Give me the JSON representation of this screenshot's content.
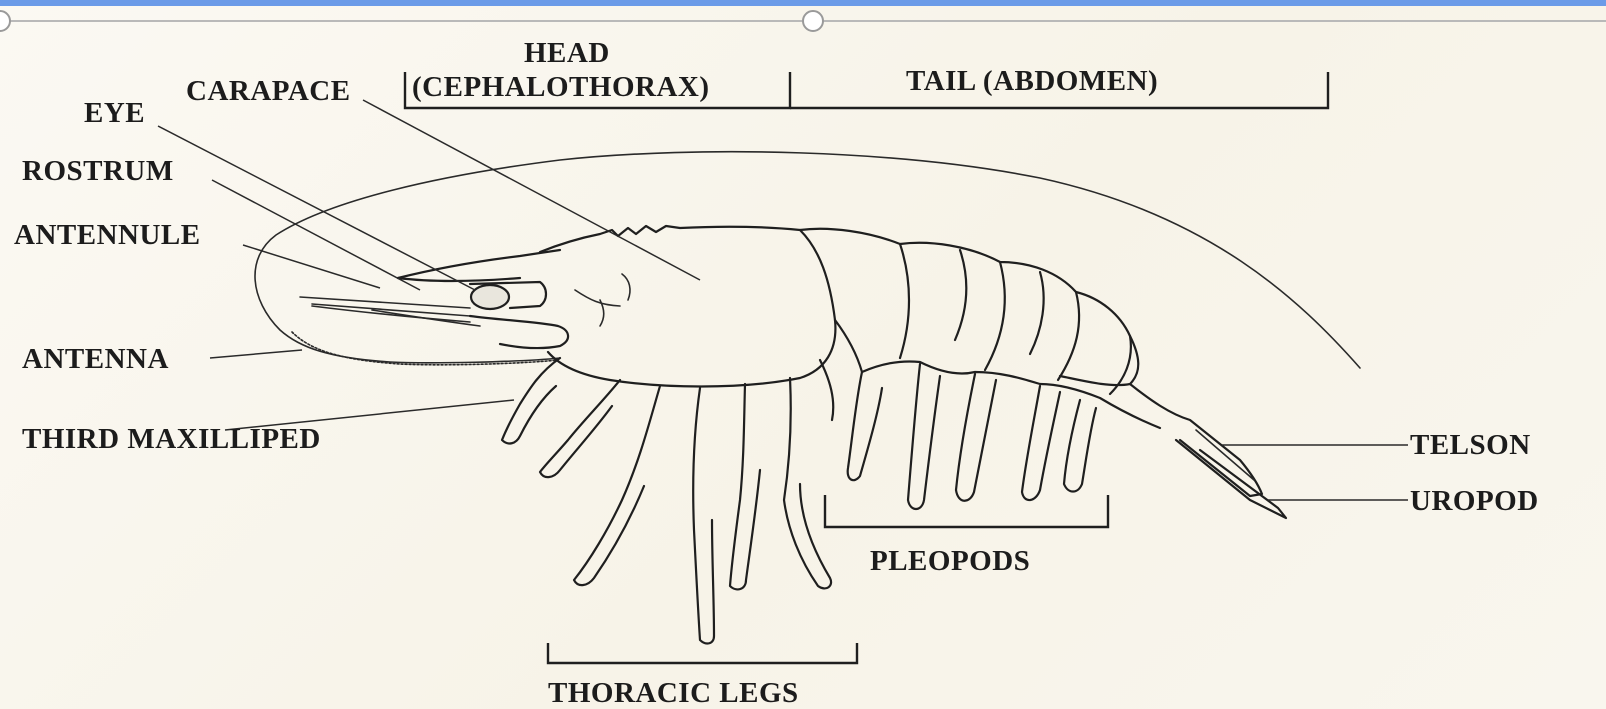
{
  "viewer": {
    "accent_color": "#6b9be8"
  },
  "diagram": {
    "labels": {
      "head": "HEAD",
      "cephalothorax": "(CEPHALOTHORAX)",
      "tail": "TAIL (ABDOMEN)",
      "carapace": "CARAPACE",
      "eye": "EYE",
      "rostrum": "ROSTRUM",
      "antennule": "ANTENNULE",
      "antenna": "ANTENNA",
      "third_maxilliped": "THIRD MAXILLIPED",
      "telson": "TELSON",
      "uropod": "UROPOD",
      "pleopods": "PLEOPODS",
      "thoracic_legs": "THORACIC LEGS"
    }
  }
}
